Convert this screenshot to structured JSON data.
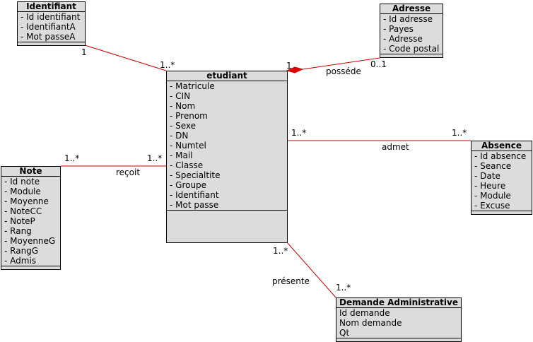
{
  "classes": {
    "identifiant": {
      "title": "Identifiant",
      "attrs": [
        "- Id identifiant",
        "- IdentifiantA",
        "- Mot passeA"
      ]
    },
    "adresse": {
      "title": "Adresse",
      "attrs": [
        "- Id adresse",
        "- Payes",
        "- Adresse",
        "- Code postal"
      ]
    },
    "etudiant": {
      "title": "etudiant",
      "attrs": [
        "- Matricule",
        "- CIN",
        "- Nom",
        "- Prenom",
        "- Sexe",
        "- DN",
        "- Numtel",
        "- Mail",
        "- Classe",
        "- Specialtite",
        "- Groupe",
        "- Identifiant",
        "- Mot passe"
      ]
    },
    "absence": {
      "title": "Absence",
      "attrs": [
        "- Id absence",
        "- Seance",
        "- Date",
        "- Heure",
        "- Module",
        "- Excuse"
      ]
    },
    "note": {
      "title": "Note",
      "attrs": [
        "- Id note",
        "- Module",
        "- Moyenne",
        "- NoteCC",
        "- NoteP",
        "- Rang",
        "- MoyenneG",
        "- RangG",
        "- Admis"
      ]
    },
    "demande": {
      "title": "Demande Administrative",
      "attrs": [
        "Id demande",
        "Nom demande",
        "Qt"
      ]
    }
  },
  "associations": {
    "identifiant_etudiant": {
      "mult_a": "1",
      "mult_b": "1..*"
    },
    "adresse_etudiant": {
      "name": "posséde",
      "mult_a": "1",
      "mult_b": "0..1"
    },
    "etudiant_absence": {
      "name": "admet",
      "mult_a": "1..*",
      "mult_b": "1..*"
    },
    "note_etudiant": {
      "name": "reçoit",
      "mult_a": "1..*",
      "mult_b": "1..*"
    },
    "etudiant_demande": {
      "name": "présente",
      "mult_a": "1..*",
      "mult_b": "1..*"
    }
  },
  "colors": {
    "line": "#cc0000",
    "class_fill": "#dcdcdc"
  }
}
